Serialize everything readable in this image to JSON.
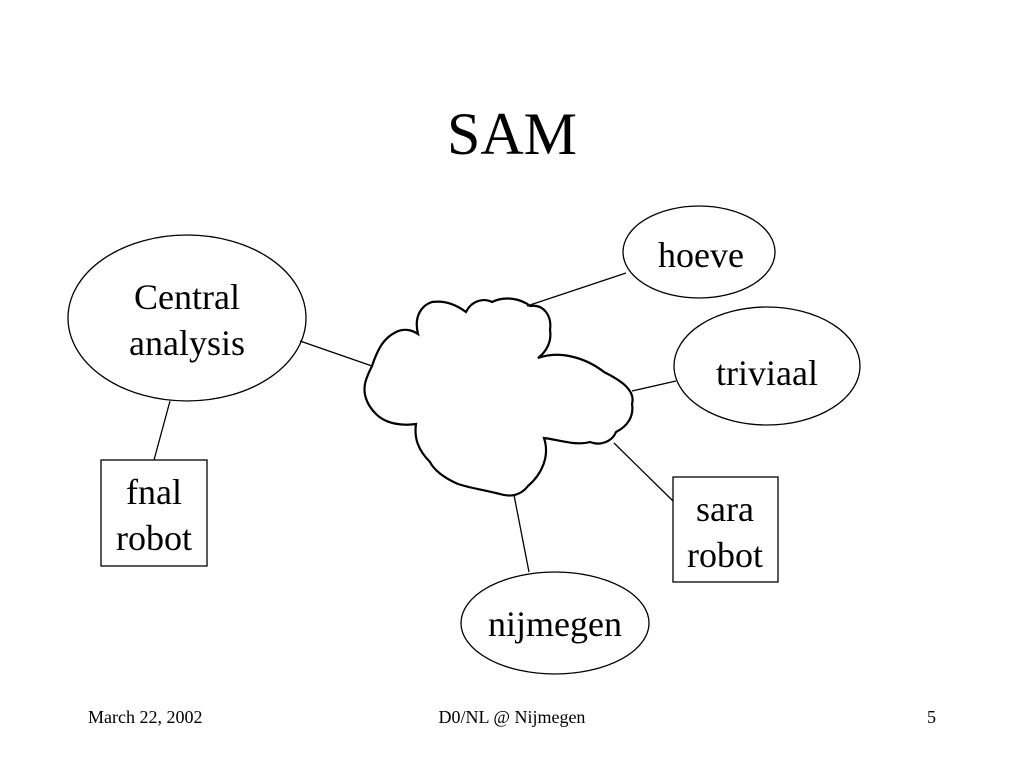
{
  "slide": {
    "title": "SAM",
    "nodes": {
      "central": {
        "line1": "Central",
        "line2": "analysis"
      },
      "hoeve": {
        "label": "hoeve"
      },
      "triviaal": {
        "label": "triviaal"
      },
      "fnal": {
        "line1": "fnal",
        "line2": "robot"
      },
      "sara": {
        "line1": "sara",
        "line2": "robot"
      },
      "nijmegen": {
        "label": "nijmegen"
      }
    },
    "footer": {
      "date": "March 22, 2002",
      "event": "D0/NL @ Nijmegen",
      "page_number": "5"
    }
  }
}
